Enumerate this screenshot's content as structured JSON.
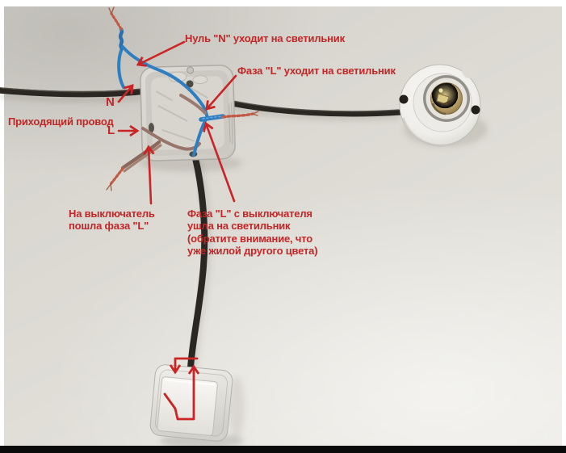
{
  "image": {
    "description": "Photograph of single-light wiring: incoming cable, junction box, lamp holder and wall switch on a wall, annotated in red Russian text",
    "footer_bar_color": "#0a0a0a"
  },
  "colors": {
    "annotation_red": "#c22626",
    "arrow_red": "#cb2424",
    "wall": "#dcdad3",
    "cable_black": "#2a2722",
    "wire_blue": "#2e7ec2",
    "wire_brown": "#97756a",
    "wire_stripe_red": "#c05a44",
    "box_gray": "#d7d5cf",
    "socket_white": "#f2f1ed",
    "brass": "#b99a55"
  },
  "scene": {
    "junction_box": "junction-box",
    "lamp_holder": "lamp-holder-socket",
    "wall_switch": "wall-switch",
    "incoming_cable": "incoming-black-cable",
    "lamp_cable": "cable-to-lamp",
    "switch_cable": "cable-to-switch"
  },
  "annotations": {
    "null_to_lamp": "Нуль \"N\" уходит на светильник",
    "phase_to_lamp": "Фаза \"L\" уходит на светильник",
    "incoming_wire": "Приходящий провод",
    "n_marker": "N",
    "l_marker": "L",
    "phase_to_switch": {
      "line1": "На выключатель",
      "line2": "пошла фаза \"L\""
    },
    "phase_from_switch": {
      "line1": "Фаза \"L\" с выключателя",
      "line2": "ушла на светильник",
      "line3": "(обратите внимание, что",
      "line4": "уже жилой другого цвета)"
    }
  }
}
